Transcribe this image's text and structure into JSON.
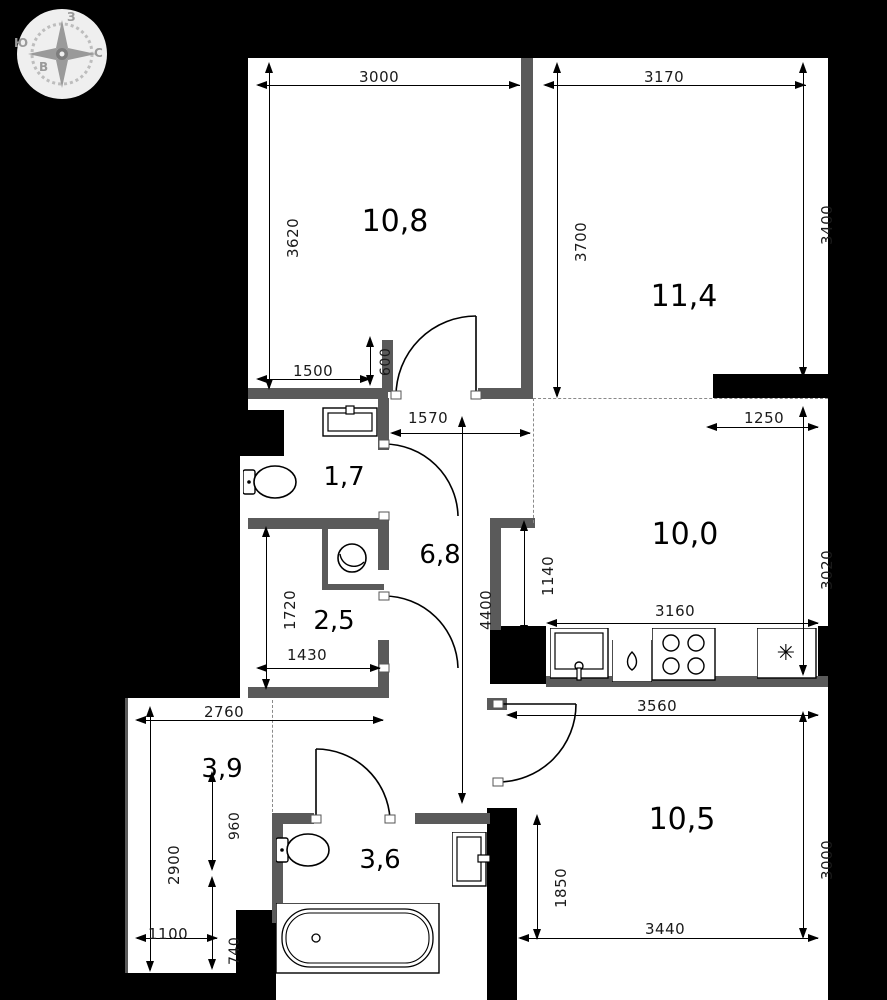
{
  "plan": {
    "title": "Floor plan",
    "units": "mm",
    "area_unit": "m2",
    "wall_color": "#5a5a5a",
    "structural_color": "#000000",
    "floor_color": "#ffffff",
    "background_color": "#000000"
  },
  "compass": {
    "name": "compass-rose",
    "north_label": "З",
    "east_label": "С",
    "south_label": "В",
    "west_label": "Ю"
  },
  "rooms": [
    {
      "id": "room-10-8",
      "area": "10,8",
      "name": "bedroom-upper-left"
    },
    {
      "id": "room-11-4",
      "area": "11,4",
      "name": "bedroom-upper-right"
    },
    {
      "id": "room-1-7",
      "area": "1,7",
      "name": "wc-small"
    },
    {
      "id": "room-2-5",
      "area": "2,5",
      "name": "utility-laundry"
    },
    {
      "id": "room-6-8",
      "area": "6,8",
      "name": "hallway"
    },
    {
      "id": "room-10-0",
      "area": "10,0",
      "name": "kitchen-living"
    },
    {
      "id": "room-3-9",
      "area": "3,9",
      "name": "loggia"
    },
    {
      "id": "room-3-6",
      "area": "3,6",
      "name": "bathroom"
    },
    {
      "id": "room-10-5",
      "area": "10,5",
      "name": "bedroom-lower-right"
    }
  ],
  "dimensions": {
    "top_room_width": "3000",
    "top_room_height": "3620",
    "right_room_width": "3170",
    "right_room_height_inner": "3700",
    "right_room_height_outer": "3400",
    "wall_seg_1500": "1500",
    "wall_seg_600": "600",
    "hall_offset_1570": "1570",
    "hall_length_4400": "4400",
    "util_height_1720": "1720",
    "util_width_1430": "1430",
    "kitchen_offset_1250": "1250",
    "kitchen_height_3020": "3020",
    "kitchen_wall_1140": "1140",
    "kitchen_counter_3160": "3160",
    "lower_width_3560": "3560",
    "loggia_width_2760": "2760",
    "loggia_height_2900": "2900",
    "loggia_seg_960": "960",
    "loggia_seg_1100": "1100",
    "loggia_seg_740": "740",
    "lower_room_height_3000": "3000",
    "lower_room_seg_1850": "1850",
    "lower_room_width_3440": "3440"
  },
  "fixtures": [
    {
      "name": "toilet-wc-small",
      "icon": "toilet-icon"
    },
    {
      "name": "sink-wc-small",
      "icon": "sink-icon"
    },
    {
      "name": "washing-machine",
      "icon": "washing-machine-icon"
    },
    {
      "name": "kitchen-sink",
      "icon": "kitchen-sink-icon"
    },
    {
      "name": "kitchen-faucet",
      "icon": "faucet-icon"
    },
    {
      "name": "cooktop",
      "icon": "stove-icon"
    },
    {
      "name": "refrigerator",
      "icon": "fridge-icon"
    },
    {
      "name": "toilet-bathroom",
      "icon": "toilet-icon"
    },
    {
      "name": "bathtub",
      "icon": "bathtub-icon"
    },
    {
      "name": "sink-bathroom",
      "icon": "sink-icon"
    }
  ]
}
